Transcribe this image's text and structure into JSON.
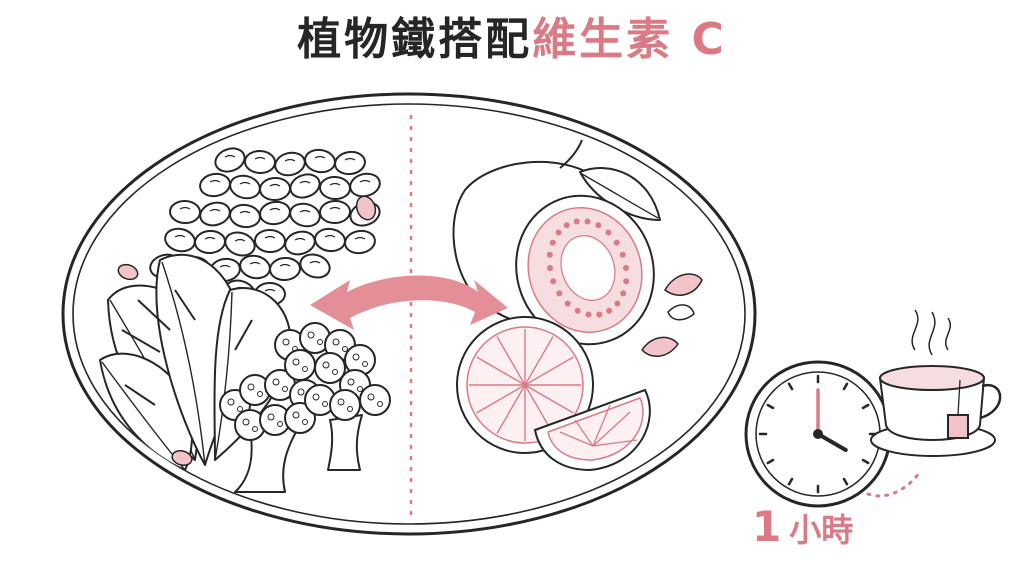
{
  "title": {
    "part_main": "植物鐵搭配",
    "part_highlight": "維生素 C"
  },
  "time_label": {
    "number": "1",
    "unit": "小時"
  },
  "clock": {
    "hour": 4,
    "minute": 0
  },
  "icons": {
    "left_foods": [
      "beans-icon",
      "spinach-icon",
      "broccoli-icon"
    ],
    "right_foods": [
      "guava-icon",
      "grapefruit-icon"
    ],
    "arrow": "double-arrow-icon",
    "clock": "clock-icon",
    "tea": "tea-cup-icon"
  },
  "colors": {
    "ink": "#262626",
    "accent": "#d97a84",
    "accent_light": "#f2c4c9"
  }
}
